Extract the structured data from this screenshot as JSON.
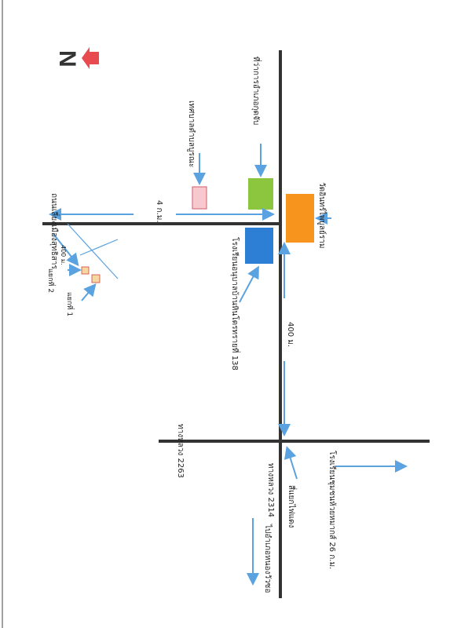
{
  "compass": {
    "letter": "N",
    "accent": "#e84a4f",
    "letter_color": "#333333"
  },
  "colors": {
    "road": "#333333",
    "arrow": "#5aa2e0",
    "hospital": "#f7c9cf",
    "district_office": "#8cc63f",
    "school": "#2d7fd6",
    "temple": "#f7941d"
  },
  "labels": {
    "hospital": "เทศบาลตำบลบูรณะ",
    "district_office": "ที่ว่าการอำเภอกุดจับ",
    "school": "โรงเรียนอนุบาลบ้านหินโดรทรายที่ 138",
    "temple": "วัดอินทร์ไพบูลย์ราม",
    "left_road": "ถนนเลี่ยงเมืองสุทธิสาร",
    "dist_4km": "4 ก.ม.",
    "dist_400m": "400 ม.",
    "dist_400m_small": "400 ม.",
    "branch1": "แยกที่ 1",
    "branch2": "แยกที่ 2",
    "highway_2263": "ทางหลวง 2263",
    "highway_2314": "ทางหลวง 2314",
    "traffic_light": "สี่แยกไฟแดง",
    "to_nong_bua": "ไปอำเภอหนองวัวซอ",
    "to_school": "โรงเรียนชุมชนห้วยหมากส์ 26 ก.ม."
  }
}
